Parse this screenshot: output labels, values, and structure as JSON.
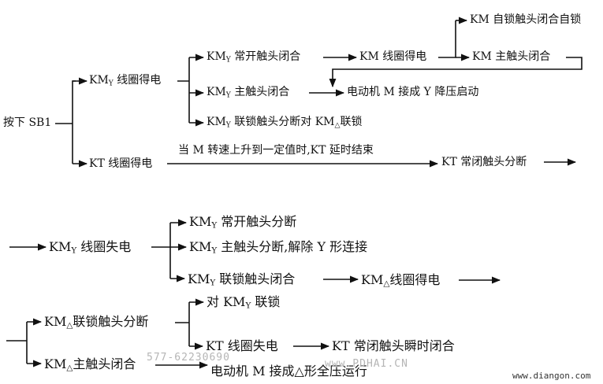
{
  "top": {
    "start": "按下 SB1",
    "km_y_coil_on": {
      "pre": "KM",
      "sub": "Y",
      "post": " 线圈得电"
    },
    "km_y_no_close": {
      "pre": "KM",
      "sub": "Y",
      "post": " 常开触头闭合"
    },
    "km_coil_on": "KM 线圈得电",
    "km_self_lock": "KM 自锁触头闭合自锁",
    "km_main_close": "KM 主触头闭合",
    "km_y_main_close": {
      "pre": "KM",
      "sub": "Y",
      "post": " 主触头闭合"
    },
    "motor_y_start": "电动机 M 接成 Y 降压启动",
    "km_y_interlock_open": {
      "pre": "KM",
      "sub": "Y",
      "post": " 联锁触头分断对 KM",
      "sub2": "△",
      "post2": "联锁"
    },
    "kt_coil_on": "KT 线圈得电",
    "speed_note": "当 M 转速上升到一定值时,KT 延时结束",
    "kt_nc_open": "KT 常闭触头分断"
  },
  "bottom": {
    "km_y_coil_off": {
      "pre": "KM",
      "sub": "Y",
      "post": " 线圈失电"
    },
    "km_y_no_open": {
      "pre": "KM",
      "sub": "Y",
      "post": " 常开触头分断"
    },
    "km_y_main_open": {
      "pre": "KM",
      "sub": "Y",
      "post": " 主触头分断,解除 Y 形连接"
    },
    "km_y_interlock_close": {
      "pre": "KM",
      "sub": "Y",
      "post": " 联锁触头闭合"
    },
    "km_d_coil_on": {
      "pre": "KM",
      "sub": "△",
      "post": "线圈得电"
    },
    "km_d_interlock_open": {
      "pre": "KM",
      "sub": "△",
      "post": "联锁触头分断"
    },
    "interlock_km_y": {
      "pre": "对 KM",
      "sub": "Y",
      "post": " 联锁"
    },
    "kt_coil_off": "KT 线圈失电",
    "kt_nc_instant_close": "KT 常闭触头瞬时闭合",
    "km_d_main_close": {
      "pre": "KM",
      "sub": "△",
      "post": "主触头闭合"
    },
    "motor_delta_run": "电动机 M 接成△形全压运行"
  },
  "watermark": {
    "phone": "577-62230690",
    "site": "www.PDHAI.CN"
  },
  "credit": "www.diangon.com",
  "colors": {
    "ink": "#111111",
    "watermark": "#b5b5b5",
    "background": "#ffffff"
  }
}
